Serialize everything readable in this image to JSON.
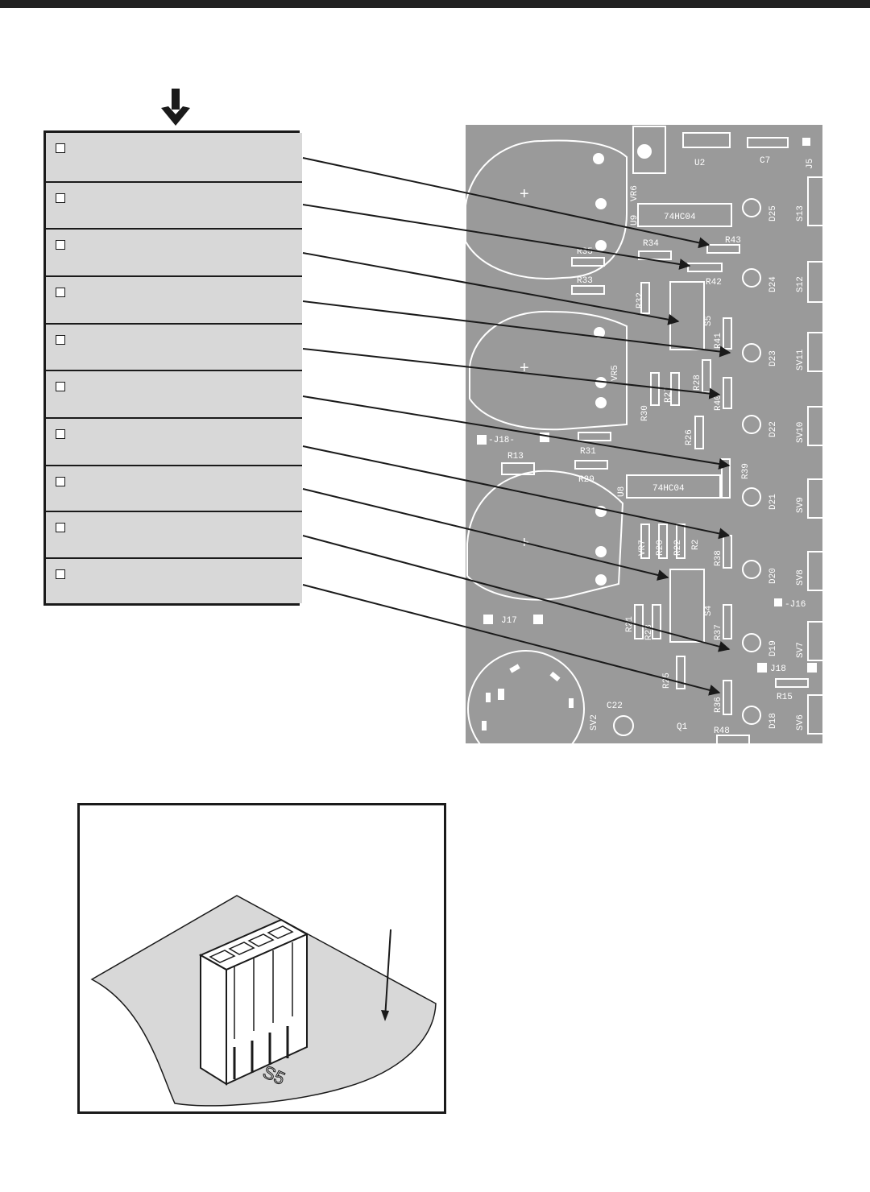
{
  "page": {
    "background": "#ffffff",
    "accent_dark": "#1a1a1a",
    "checklist_fill": "#d8d8d8"
  },
  "checklist": {
    "item_count": 10
  },
  "pcb": {
    "board_color": "#9a9a9a",
    "silk_color": "#ffffff",
    "labels": {
      "U2": "U2",
      "C7": "C7",
      "J5": "J5",
      "VR6": "VR6",
      "U9": "U9",
      "ic_top": "74HC04",
      "ic_bottom": "74HC04",
      "D25": "D25",
      "S13": "S13",
      "R34": "R34",
      "R43": "R43",
      "R35": "R35",
      "R42": "R42",
      "D24": "D24",
      "S12": "S12",
      "R33": "R33",
      "R32": "R32",
      "S5": "S5",
      "R41": "R41",
      "D23": "D23",
      "SV11": "SV11",
      "VR5": "VR5",
      "R28": "R28",
      "R27": "R27",
      "R30": "R30",
      "R40": "R40",
      "D22": "D22",
      "SV10": "SV10",
      "R26": "R26",
      "J18": "-J18-",
      "R31": "R31",
      "R13": "R13",
      "R29": "R29",
      "U8": "U8",
      "R39": "R39",
      "D21": "D21",
      "SV9": "SV9",
      "VR7": "VR7",
      "R20": "R20",
      "R22": "R22",
      "R2x": "R2",
      "R38": "R38",
      "D20": "D20",
      "SV8": "SV8",
      "S4": "S4",
      "J16": "-J16",
      "J17": "J17",
      "R21": "R21",
      "R23": "R23",
      "R37": "R37",
      "D19": "D19",
      "SV7": "SV7",
      "J18b": "J18",
      "R25": "R25",
      "R15": "R15",
      "R36": "R36",
      "D18": "D18",
      "SV6": "SV6",
      "SV2": "SV2",
      "C22": "C22",
      "Q1": "Q1",
      "R48": "R48"
    }
  },
  "inset": {
    "part_marking": "S5"
  }
}
